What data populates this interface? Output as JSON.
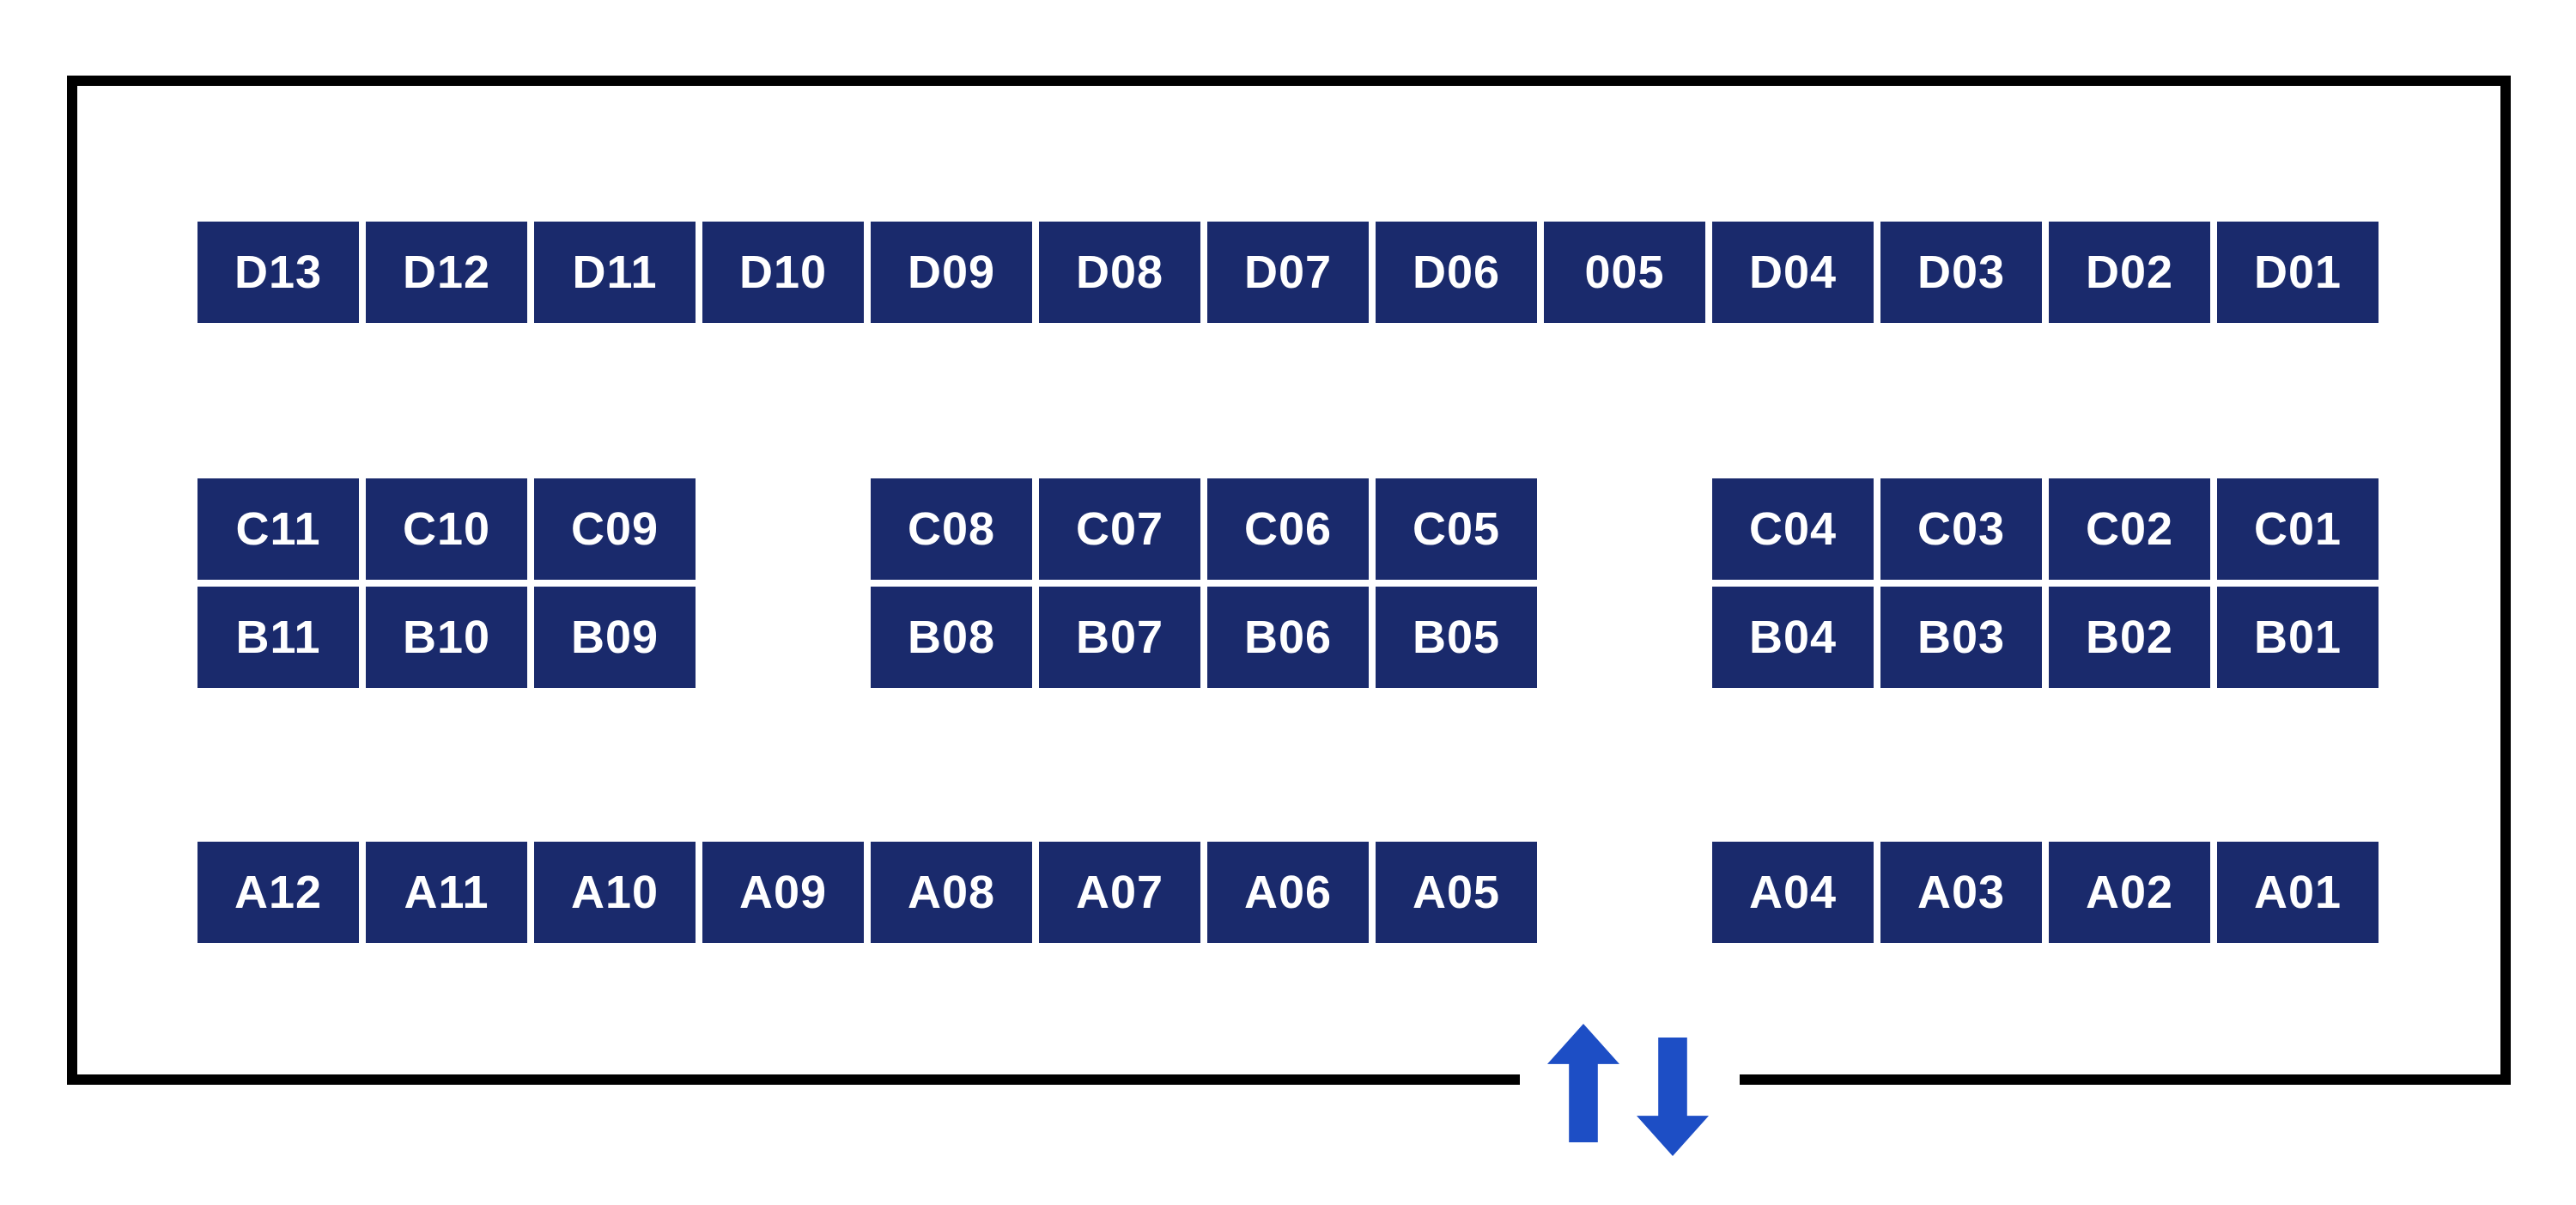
{
  "diagram": {
    "type": "exhibition-floor-plan",
    "rows": [
      {
        "id": "d",
        "groups": [
          {
            "cells": [
              "D13",
              "D12",
              "D11",
              "D10",
              "D09",
              "D08",
              "D07",
              "D06",
              "005",
              "D04",
              "D03",
              "D02",
              "D01"
            ]
          }
        ]
      },
      {
        "id": "c",
        "groups": [
          {
            "cells": [
              "C11",
              "C10",
              "C09"
            ]
          },
          {
            "cells": [
              "C08",
              "C07",
              "C06",
              "C05"
            ]
          },
          {
            "cells": [
              "C04",
              "C03",
              "C02",
              "C01"
            ]
          }
        ]
      },
      {
        "id": "b",
        "groups": [
          {
            "cells": [
              "B11",
              "B10",
              "B09"
            ]
          },
          {
            "cells": [
              "B08",
              "B07",
              "B06",
              "B05"
            ]
          },
          {
            "cells": [
              "B04",
              "B03",
              "B02",
              "B01"
            ]
          }
        ]
      },
      {
        "id": "a",
        "groups": [
          {
            "cells": [
              "A12",
              "A11",
              "A10",
              "A09",
              "A08",
              "A07",
              "A06",
              "A05"
            ]
          },
          {
            "cells": [
              "A04",
              "A03",
              "A02",
              "A01"
            ]
          }
        ]
      }
    ],
    "entrance": {
      "up_icon": "up-arrow-icon",
      "down_icon": "down-arrow-icon"
    },
    "colors": {
      "booth_bg": "#1a2a6c",
      "booth_text": "#ffffff",
      "arrow": "#1d4ec5",
      "outline": "#000000",
      "background": "#ffffff"
    }
  }
}
